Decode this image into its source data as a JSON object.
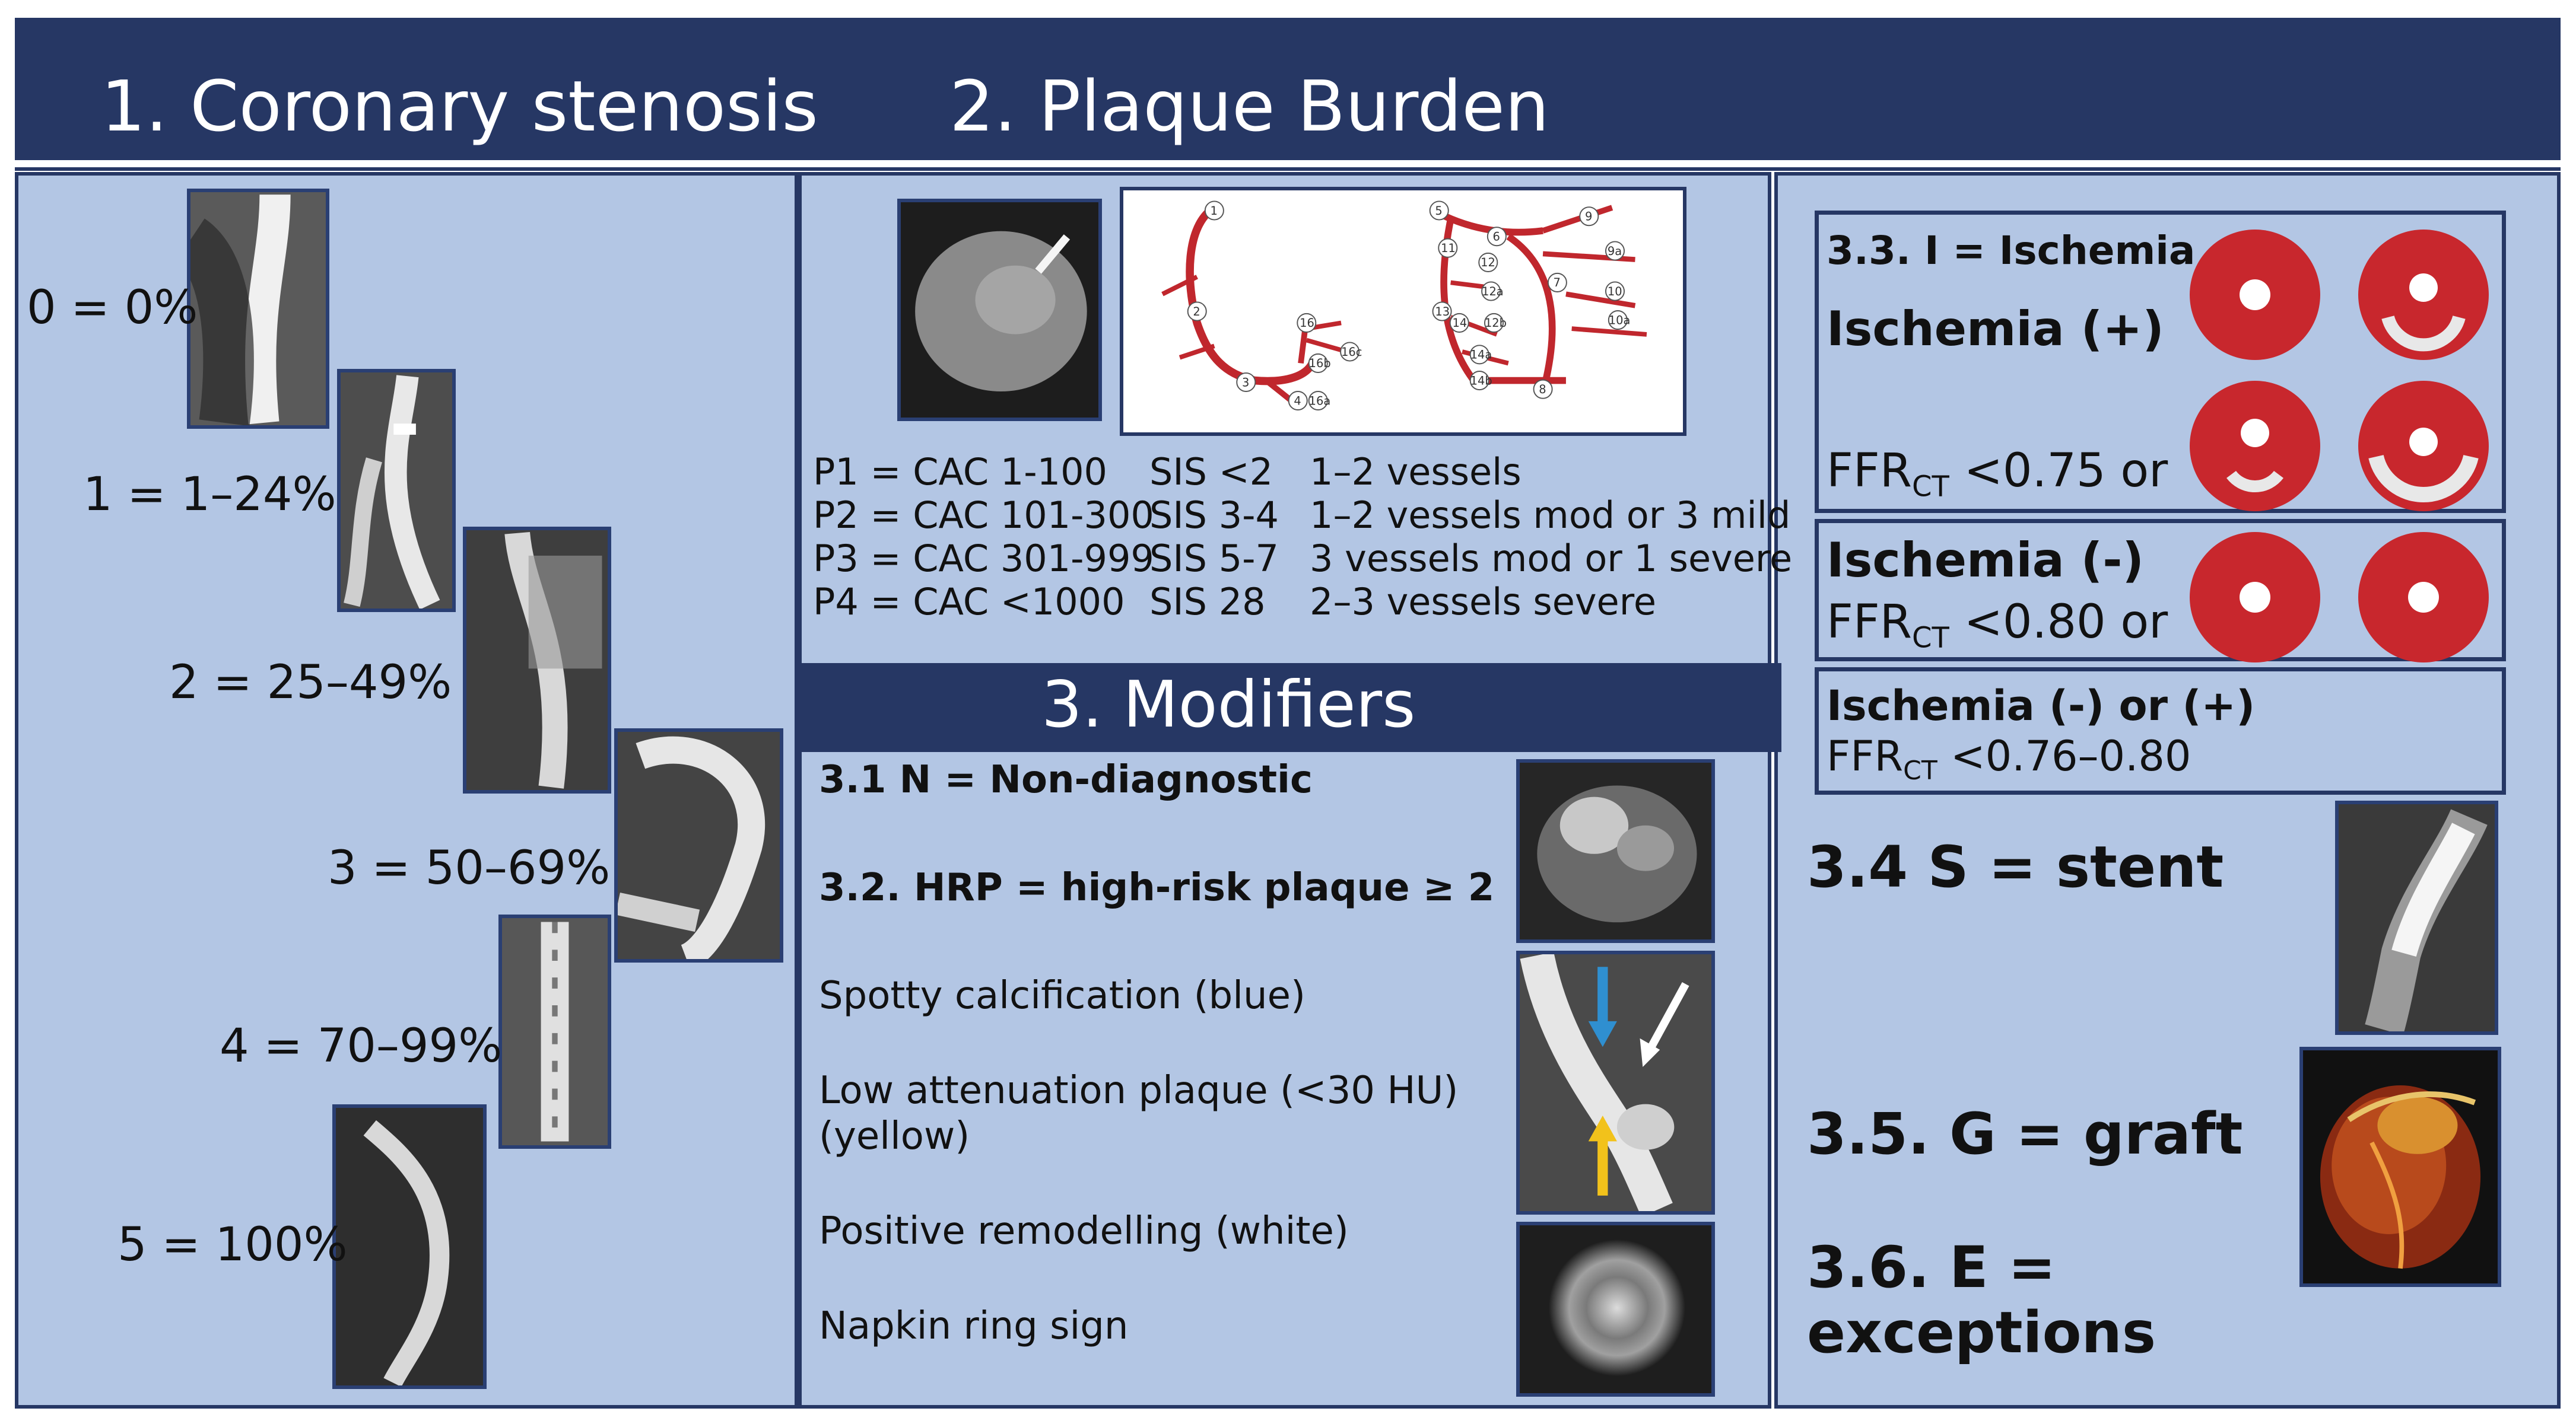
{
  "headers": {
    "stenosis": "1. Coronary stenosis",
    "plaque": "2.   Plaque Burden",
    "modifiers": "3.   Modifiers"
  },
  "stenosis": [
    {
      "label": "0 = 0%"
    },
    {
      "label": "1 = 1–24%"
    },
    {
      "label": "2 = 25–49%"
    },
    {
      "label": "3 = 50–69%"
    },
    {
      "label": "4 = 70–99%"
    },
    {
      "label": "5 = 100%"
    }
  ],
  "plaque": {
    "rows": [
      {
        "p": "P1 = CAC 1-100",
        "sis": "SIS <2",
        "vessels": "1–2 vessels"
      },
      {
        "p": "P2 = CAC 101-300",
        "sis": "SIS 3-4",
        "vessels": "1–2 vessels mod or 3 mild"
      },
      {
        "p": "P3 = CAC 301-999",
        "sis": "SIS 5-7",
        "vessels": "3 vessels mod or 1 severe"
      },
      {
        "p": "P4 = CAC <1000",
        "sis": "SIS 28",
        "vessels": "2–3 vessels severe"
      }
    ],
    "segments": [
      "1",
      "2",
      "3",
      "4",
      "5",
      "6",
      "7",
      "8",
      "9",
      "9a",
      "10",
      "10a",
      "11",
      "12",
      "12a",
      "12b",
      "13",
      "14",
      "14a",
      "14b",
      "16",
      "16a",
      "16b",
      "16c"
    ]
  },
  "modifiers": {
    "n": "3.1 N = Non-diagnostic",
    "hrp": "3.2. HRP = high-risk plaque ≥ 2",
    "spotty": "Spotty calcification (blue)",
    "low_att_1": "Low attenuation plaque (<30 HU)",
    "low_att_2": "(yellow)",
    "remodelling": "Positive remodelling (white)",
    "napkin": "Napkin ring sign"
  },
  "ischemia": {
    "title": "3.3. I = Ischemia",
    "pos": "Ischemia (+)",
    "pos_ffr_prefix": "FFR",
    "pos_ffr_sub": "CT",
    "pos_ffr_suffix": " <0.75 or",
    "neg": "Ischemia (-)",
    "neg_ffr_prefix": "FFR",
    "neg_ffr_sub": "CT",
    "neg_ffr_suffix": " <0.80 or",
    "either": "Ischemia (-) or (+)",
    "either_ffr_prefix": "FFR",
    "either_ffr_sub": "CT",
    "either_ffr_suffix": " <0.76–0.80"
  },
  "stent": "3.4  S = stent",
  "graft": "3.5. G = graft",
  "exceptions_1": "3.6. E =",
  "exceptions_2": "exceptions",
  "colors": {
    "navy": "#263764",
    "panel": "#b3c6e4",
    "disk_red": "#c8272d",
    "vessel_red": "#c0272d",
    "arrow_blue": "#2f8fd0",
    "arrow_yellow": "#f2c21b"
  }
}
